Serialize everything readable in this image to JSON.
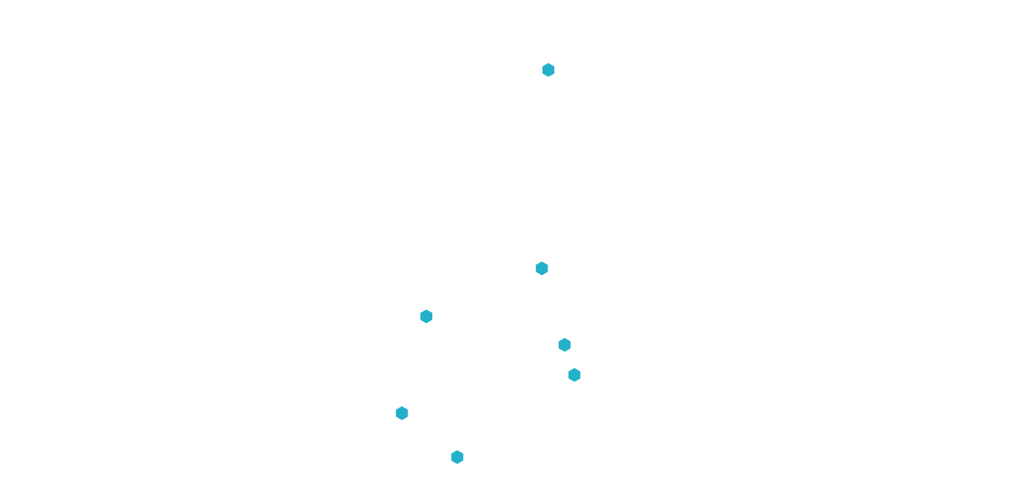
{
  "chart_data": {
    "type": "scatter",
    "title": "",
    "xlabel": "",
    "ylabel": "",
    "grid": false,
    "legend": "none",
    "marker": "hexagon",
    "color": "#23b0c9",
    "xlim": [
      0,
      10
    ],
    "ylim": [
      0,
      10
    ],
    "series": [
      {
        "points": [
          {
            "x": 6.2,
            "y": 9.6
          },
          {
            "x": 6.1,
            "y": 4.6
          },
          {
            "x": 4.5,
            "y": 3.4
          },
          {
            "x": 6.4,
            "y": 2.7
          },
          {
            "x": 6.6,
            "y": 1.9
          },
          {
            "x": 4.1,
            "y": 0.9
          },
          {
            "x": 4.9,
            "y": -0.2
          }
        ]
      }
    ]
  }
}
